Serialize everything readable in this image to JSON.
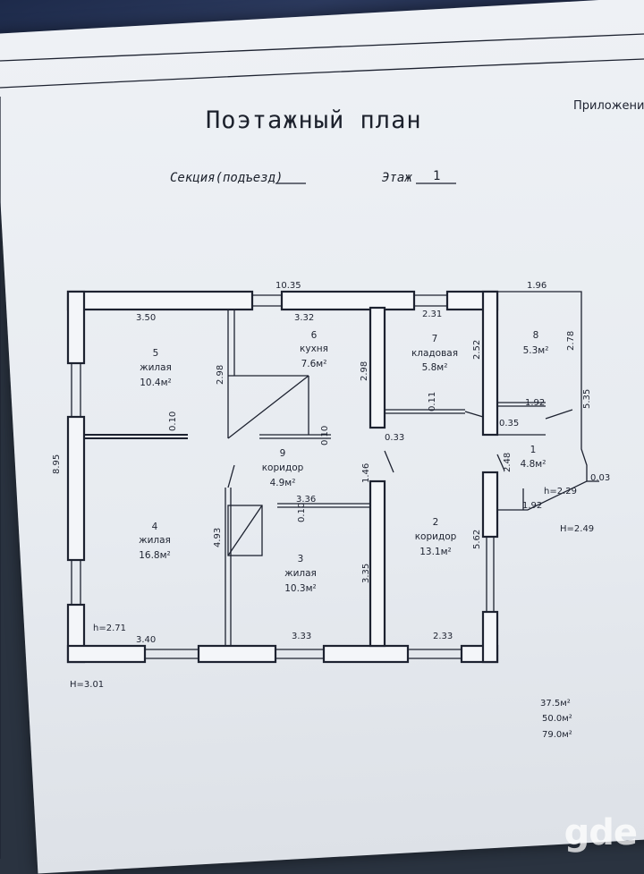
{
  "header": {
    "title": "Поэтажный план",
    "appendix": "Приложени",
    "section_label": "Секция(подъезд)",
    "floor_label": "Этаж",
    "floor_value": "1"
  },
  "dimensions": {
    "top_total": "10.35",
    "top_annex": "1.96",
    "left_total": "8.95",
    "r5_top": "3.50",
    "r6_top": "3.32",
    "r7_top": "2.31",
    "r5_side": "2.98",
    "r6_side": "2.98",
    "r7_side": "2.52",
    "r8_side": "2.78",
    "annex_right": "5.35",
    "r1_top": "1.92",
    "r1_bottom": "1.92",
    "r1_side": "2.48",
    "r1_offset": "0.03",
    "wall_010_a": "0.10",
    "wall_010_b": "0.10",
    "wall_010_c": "0.10",
    "wall_011": "0.11",
    "wall_033": "0.33",
    "wall_035": "0.35",
    "corridor_146": "1.46",
    "r3_top": "3.36",
    "r4_side": "4.93",
    "r3_side": "3.35",
    "r2_side": "5.62",
    "bottom_r4": "3.40",
    "bottom_r3": "3.33",
    "bottom_r2": "2.33",
    "h_room4": "h=2.71",
    "h_annex_low": "h=2.29",
    "H_annex": "H=2.49",
    "H_house": "H=3.01"
  },
  "rooms": [
    {
      "num": "5",
      "name": "жилая",
      "area": "10.4м²"
    },
    {
      "num": "6",
      "name": "кухня",
      "area": "7.6м²"
    },
    {
      "num": "7",
      "name": "кладовая",
      "area": "5.8м²"
    },
    {
      "num": "8",
      "name": "",
      "area": "5.3м²"
    },
    {
      "num": "9",
      "name": "коридор",
      "area": "4.9м²"
    },
    {
      "num": "1",
      "name": "",
      "area": "4.8м²"
    },
    {
      "num": "4",
      "name": "жилая",
      "area": "16.8м²"
    },
    {
      "num": "3",
      "name": "жилая",
      "area": "10.3м²"
    },
    {
      "num": "2",
      "name": "коридор",
      "area": "13.1м²"
    }
  ],
  "totals": [
    "37.5м²",
    "50.0м²",
    "79.0м²"
  ],
  "watermark": "gde",
  "colors": {
    "ink": "#1d2230",
    "paper": "#e9edf2",
    "background": "#2a3340"
  }
}
